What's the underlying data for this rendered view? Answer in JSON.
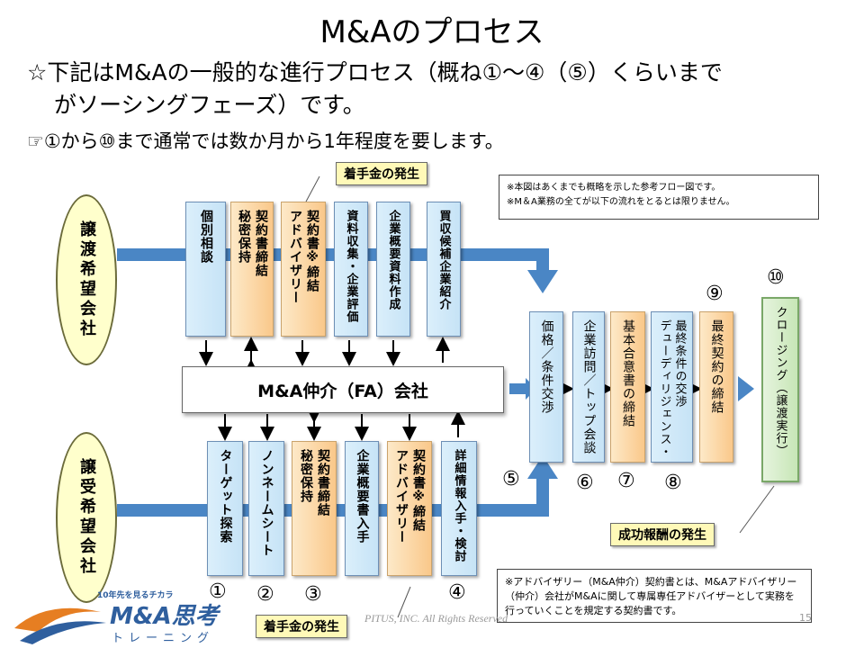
{
  "title": "M&Aのプロセス",
  "bullets": {
    "line1": "☆下記はM&Aの一般的な進行プロセス（概ね①～④（⑤）くらいまで",
    "line2": "がソーシングフェーズ）です。",
    "line3": "☞①から⑩まで通常では数か月から1年程度を要します。"
  },
  "parties": {
    "seller": "譲渡希望会社",
    "buyer": "譲受希望会社",
    "fa": "M&A仲介（FA）会社"
  },
  "upper_steps": [
    {
      "label": "個別相談"
    },
    {
      "label": "秘密保持",
      "label2": "契約書締結"
    },
    {
      "label": "アドバイザリー",
      "label2": "契約書※締結"
    },
    {
      "label": "資料収集・企業評価"
    },
    {
      "label": "企業概要資料作成"
    },
    {
      "label": "買収候補企業紹介"
    }
  ],
  "lower_steps": [
    {
      "label": "ターゲット探索"
    },
    {
      "label": "ノンネームシート"
    },
    {
      "label": "秘密保持",
      "label2": "契約書締結"
    },
    {
      "label": "企業概要書入手"
    },
    {
      "label": "アドバイザリー",
      "label2": "契約書※締結"
    },
    {
      "label": "詳細情報入手・検討"
    }
  ],
  "right_steps": [
    {
      "label": "価格／条件交渉"
    },
    {
      "label": "企業訪問／トップ会談"
    },
    {
      "label": "基本合意書の締結"
    },
    {
      "label": "デューディリジェンス・",
      "label2": "最終条件の交渉"
    },
    {
      "label": "最終契約の締結"
    },
    {
      "label": "クロージング（譲渡実行）"
    }
  ],
  "numbers": {
    "n1": "①",
    "n2": "②",
    "n3": "③",
    "n4": "④",
    "n5": "⑤",
    "n6": "⑥",
    "n7": "⑦",
    "n8": "⑧",
    "n9": "⑨",
    "n10": "⑩"
  },
  "tags": {
    "upfront_top": "着手金の発生",
    "upfront_bottom": "着手金の発生",
    "success": "成功報酬の発生"
  },
  "notes": {
    "top1": "※本図はあくまでも概略を示した参考フロー図です。",
    "top2": "※M＆A業務の全てが以下の流れをとるとは限りません。",
    "bottom": "※アドバイザリー（M&A仲介）契約書とは、M&Aアドバイザリー（仲介）会社がM&Aに関して専属専任アドバイザーとして実務を行っていくことを規定する契約書です。"
  },
  "footer": {
    "copyright": "PITUS, INC. All Rights Reserved",
    "page": "15"
  },
  "logo": {
    "tagline": "10年先を見るチカラ",
    "name": "M&A思考",
    "sub": "トレーニング"
  },
  "colors": {
    "arrow_blue": "#4a86c5",
    "box_blue": "#c6e3f6",
    "box_orange": "#fac88a",
    "box_green": "#c7e6b6",
    "oval_fill": "#ffffcc",
    "tag_fill": "#fff9b8",
    "logo_orange": "#e67e22",
    "logo_blue": "#2f5f9e"
  }
}
